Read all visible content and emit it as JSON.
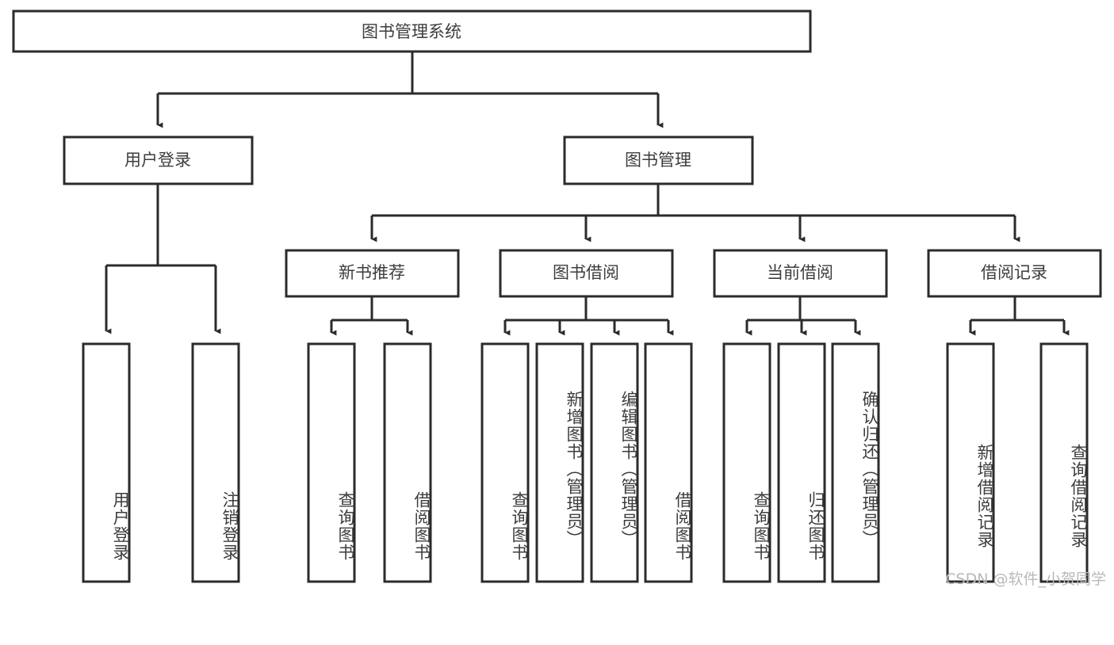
{
  "diagram": {
    "type": "tree",
    "title_node": {
      "label": "图书管理系统"
    },
    "level2": [
      {
        "id": "user-login",
        "label": "用户登录"
      },
      {
        "id": "book-manage",
        "label": "图书管理"
      }
    ],
    "level3": [
      {
        "id": "new-book-rec",
        "label": "新书推荐"
      },
      {
        "id": "book-borrow",
        "label": "图书借阅"
      },
      {
        "id": "current-borrow",
        "label": "当前借阅"
      },
      {
        "id": "borrow-record",
        "label": "借阅记录"
      }
    ],
    "leaves": [
      {
        "id": "leaf-user-login",
        "label": "用户登录"
      },
      {
        "id": "leaf-logout-login",
        "label": "注销登录"
      },
      {
        "id": "leaf-query-book-1",
        "label": "查询图书"
      },
      {
        "id": "leaf-borrow-book-1",
        "label": "借阅图书"
      },
      {
        "id": "leaf-query-book-2",
        "label": "查询图书"
      },
      {
        "id": "leaf-add-book",
        "label": "新增图书（管理员）"
      },
      {
        "id": "leaf-edit-book",
        "label": "编辑图书（管理员）"
      },
      {
        "id": "leaf-borrow-book-2",
        "label": "借阅图书"
      },
      {
        "id": "leaf-query-book-3",
        "label": "查询图书"
      },
      {
        "id": "leaf-return-book",
        "label": "归还图书"
      },
      {
        "id": "leaf-confirm-return",
        "label": "确认归还（管理员）"
      },
      {
        "id": "leaf-add-record",
        "label": "新增借阅记录"
      },
      {
        "id": "leaf-query-record",
        "label": "查询借阅记录"
      }
    ],
    "colors": {
      "box_stroke": "#2b2b2b",
      "box_fill": "#ffffff",
      "text": "#3d3d3d",
      "connector": "#2b2b2b",
      "watermark": "#b9b9b9",
      "background": "#ffffff"
    }
  },
  "watermark": {
    "text": "CSDN @软件_小贺同学"
  }
}
